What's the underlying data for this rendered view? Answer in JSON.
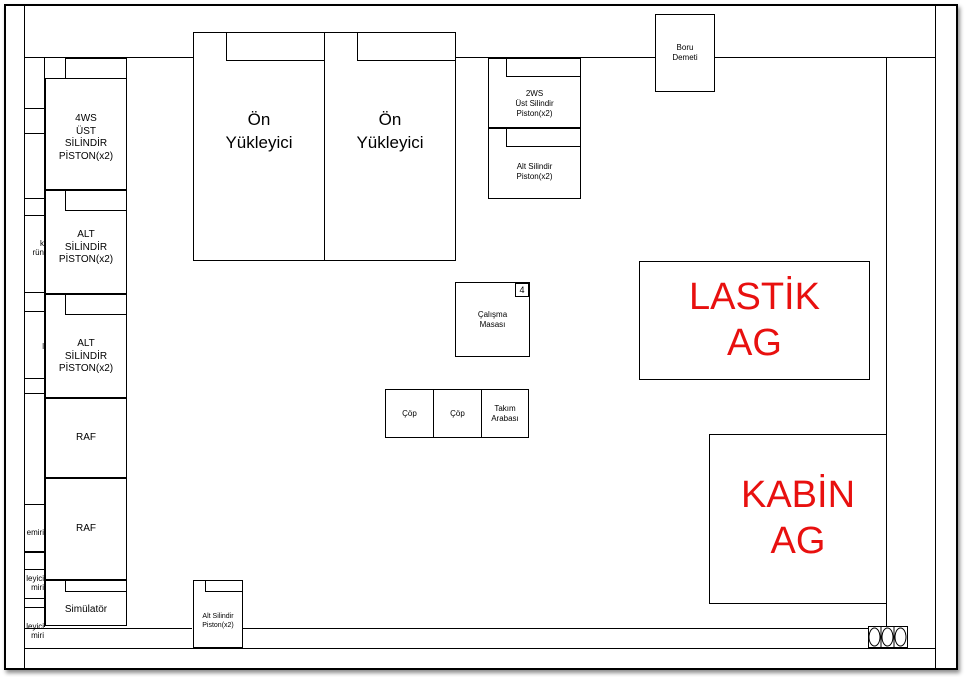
{
  "colors": {
    "accent": "#e8100f"
  },
  "layout": {
    "loaders": [
      {
        "label": "Ön\nYükleyici"
      },
      {
        "label": "Ön\nYükleyici"
      }
    ],
    "pipe_bundle": {
      "label": "Boru\nDemeti"
    },
    "ws2_upper": {
      "label": "2WS\nÜst Silindir\nPiston(x2)"
    },
    "lower_cyl_top": {
      "label": "Alt Silindir\nPiston(x2)"
    },
    "lower_cyl_bottom": {
      "label": "Alt Silindir\nPiston(x2)"
    },
    "left_column": [
      {
        "label": "4WS\nÜST\nSİLİNDİR\nPİSTON(x2)"
      },
      {
        "label": "ALT\nSİLİNDİR\nPİSTON(x2)"
      },
      {
        "label": "ALT\nSİLİNDİR\nPİSTON(x2)"
      },
      {
        "label": "RAF"
      },
      {
        "label": "RAF"
      },
      {
        "label": "Simülatör"
      }
    ],
    "workbench": {
      "label": "Çalışma\nMasası",
      "number": "4"
    },
    "bins": [
      {
        "label": "Çöp"
      },
      {
        "label": "Çöp"
      }
    ],
    "tool_cart": {
      "label": "Takım\nArabası"
    },
    "tire_area": {
      "label": "LASTİK\nAG"
    },
    "cabin_area": {
      "label": "KABİN\nAG"
    },
    "left_cut_labels": [
      "k\nrün",
      "l",
      "emiri",
      "leyici\nmiri",
      "leyici\nmiri"
    ]
  }
}
